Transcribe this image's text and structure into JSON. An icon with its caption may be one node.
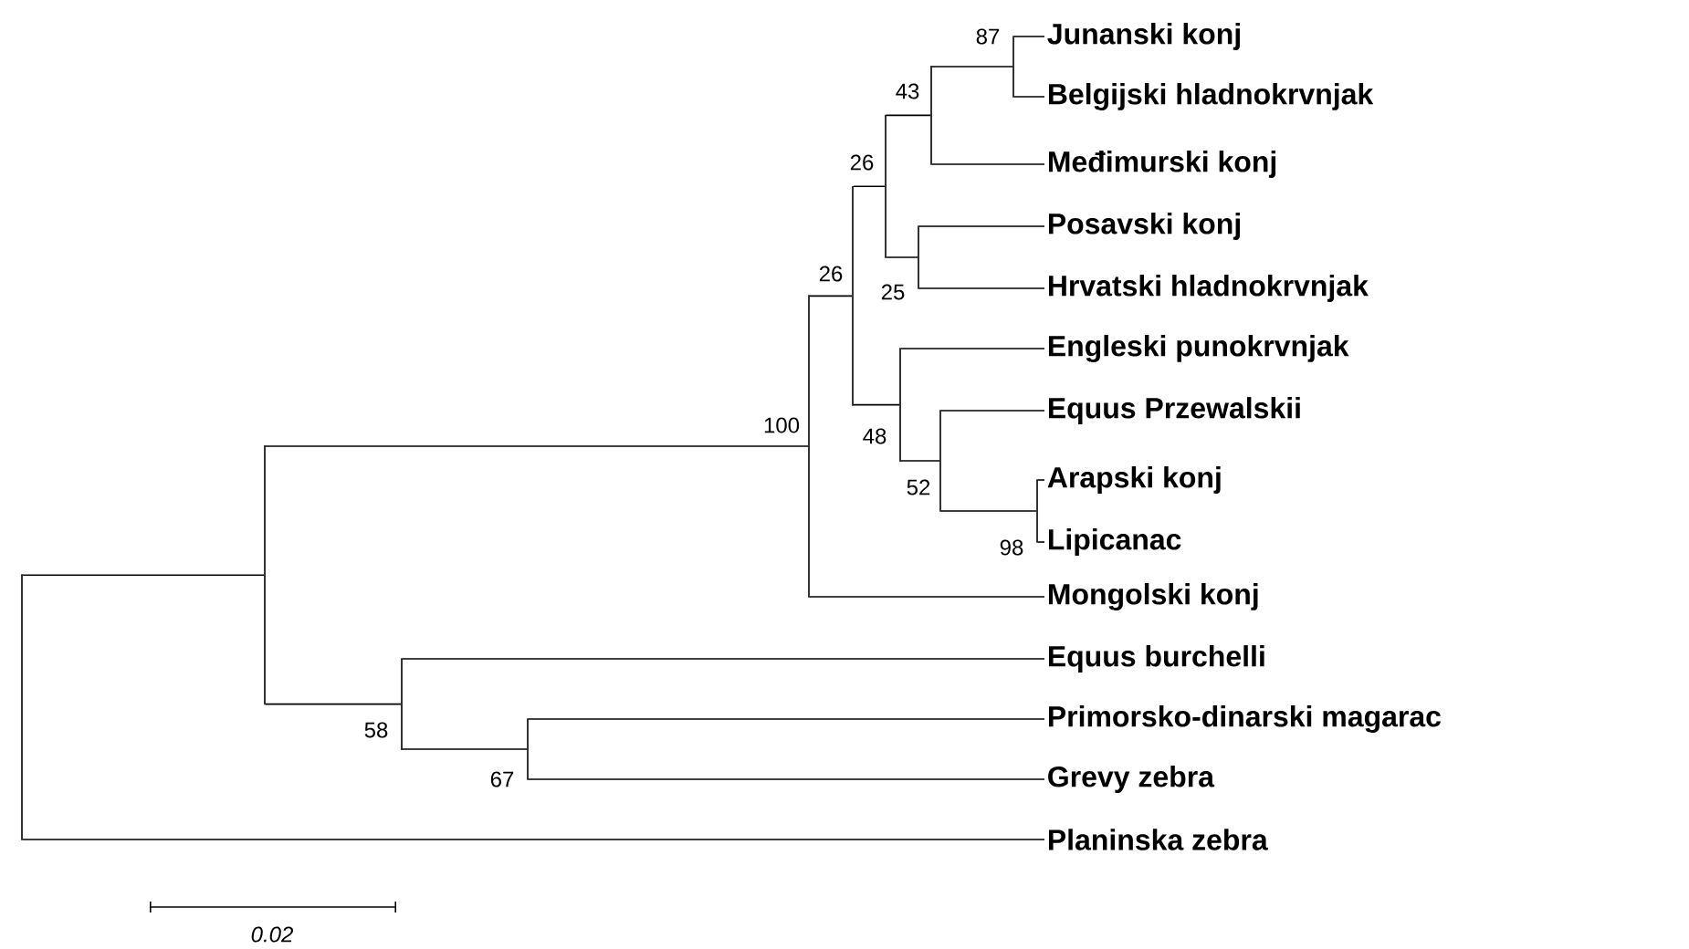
{
  "diagram": {
    "nodes": [
      {
        "text": [
          "Junanski konj"
        ]
      },
      {
        "text": [
          "Belgijski hladnokrvnjak"
        ]
      },
      {
        "text": [
          "Međimurski konj"
        ]
      },
      {
        "text": [
          "Posavski konj"
        ]
      },
      {
        "text": [
          "Hrvatski hladnokrvnjak"
        ]
      },
      {
        "text": [
          "Engleski punokrvnjak"
        ]
      },
      {
        "text": [
          "Equus Przewalskii"
        ]
      },
      {
        "text": [
          "Arapski konj"
        ]
      },
      {
        "text": [
          "Lipicanac"
        ]
      },
      {
        "text": [
          "Mongolski konj"
        ]
      },
      {
        "text": [
          "Equus burchelli"
        ]
      },
      {
        "text": [
          "Primorsko-dinarski magarac"
        ]
      },
      {
        "text": [
          "Grevy zebra"
        ]
      },
      {
        "text": [
          "Planinska zebra"
        ]
      },
      {
        "text": [],
        "shape": "bar"
      },
      {
        "text": [],
        "shape": "bar"
      },
      {
        "text": [],
        "shape": "bar",
        "beside": [
          "100"
        ]
      },
      {
        "text": [],
        "shape": "bar",
        "beside": [
          "26"
        ]
      },
      {
        "text": [],
        "shape": "bar",
        "beside": [
          "26"
        ]
      },
      {
        "text": [],
        "shape": "bar",
        "beside": [
          "43"
        ]
      },
      {
        "text": [],
        "shape": "bar",
        "beside": [
          "87"
        ]
      },
      {
        "text": [],
        "shape": "bar",
        "beside": [
          "25"
        ]
      },
      {
        "text": [],
        "shape": "bar",
        "beside": [
          "48"
        ]
      },
      {
        "text": [],
        "shape": "bar",
        "beside": [
          "52"
        ]
      },
      {
        "text": [],
        "shape": "bar",
        "beside": [
          "98"
        ]
      },
      {
        "text": [],
        "shape": "bar",
        "beside": [
          "58"
        ]
      },
      {
        "text": [],
        "shape": "bar",
        "beside": [
          "67"
        ]
      }
    ],
    "edges": [
      {
        "from": 14,
        "to": 15,
        "arrow": "none"
      },
      {
        "from": 14,
        "to": 13,
        "arrow": "none"
      },
      {
        "from": 15,
        "to": 16,
        "arrow": "none"
      },
      {
        "from": 15,
        "to": 25,
        "arrow": "none"
      },
      {
        "from": 16,
        "to": 17,
        "arrow": "none"
      },
      {
        "from": 16,
        "to": 9,
        "arrow": "none"
      },
      {
        "from": 17,
        "to": 18,
        "arrow": "none"
      },
      {
        "from": 17,
        "to": 22,
        "arrow": "none"
      },
      {
        "from": 18,
        "to": 19,
        "arrow": "none"
      },
      {
        "from": 18,
        "to": 21,
        "arrow": "none"
      },
      {
        "from": 19,
        "to": 20,
        "arrow": "none"
      },
      {
        "from": 19,
        "to": 2,
        "arrow": "none"
      },
      {
        "from": 20,
        "to": 0,
        "arrow": "none"
      },
      {
        "from": 20,
        "to": 1,
        "arrow": "none"
      },
      {
        "from": 21,
        "to": 3,
        "arrow": "none"
      },
      {
        "from": 21,
        "to": 4,
        "arrow": "none"
      },
      {
        "from": 22,
        "to": 5,
        "arrow": "none"
      },
      {
        "from": 22,
        "to": 23,
        "arrow": "none"
      },
      {
        "from": 23,
        "to": 6,
        "arrow": "none"
      },
      {
        "from": 23,
        "to": 24,
        "arrow": "none"
      },
      {
        "from": 24,
        "to": 7,
        "arrow": "none"
      },
      {
        "from": 24,
        "to": 8,
        "arrow": "none"
      },
      {
        "from": 25,
        "to": 10,
        "arrow": "none"
      },
      {
        "from": 25,
        "to": 26,
        "arrow": "none"
      },
      {
        "from": 26,
        "to": 11,
        "arrow": "none"
      },
      {
        "from": 26,
        "to": 12,
        "arrow": "none"
      }
    ],
    "labels": [
      "0.02"
    ]
  }
}
